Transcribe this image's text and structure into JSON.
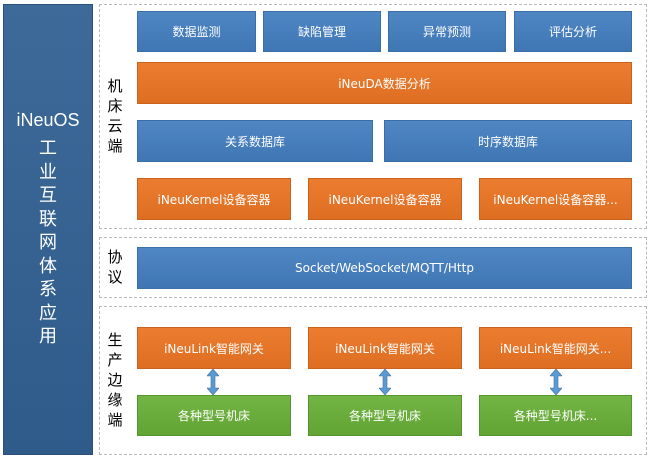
{
  "left_panel": {
    "brand": "iNeuOS",
    "chars": [
      "工",
      "业",
      "互",
      "联",
      "网",
      "体",
      "系",
      "应",
      "用"
    ]
  },
  "sections": {
    "cloud": {
      "label_chars": [
        "机",
        "床",
        "云",
        "端"
      ],
      "top_modules": [
        "数据监测",
        "缺陷管理",
        "异常预测",
        "评估分析"
      ],
      "analysis_bar": "iNeuDA数据分析",
      "databases": [
        "关系数据库",
        "时序数据库"
      ],
      "containers": [
        "iNeuKernel设备容器",
        "iNeuKernel设备容器",
        "iNeuKernel设备容器..."
      ]
    },
    "protocol": {
      "label_chars": [
        "协",
        "议"
      ],
      "bar": "Socket/WebSocket/MQTT/Http"
    },
    "edge": {
      "label_chars": [
        "生",
        "产",
        "边",
        "缘",
        "端"
      ],
      "gateways": [
        "iNeuLink智能网关",
        "iNeuLink智能网关",
        "iNeuLink智能网关..."
      ],
      "machines": [
        "各种型号机床",
        "各种型号机床",
        "各种型号机床..."
      ]
    }
  },
  "colors": {
    "blue": "#4a7fbe",
    "orange": "#e8762b",
    "green": "#6aad3c",
    "panel": "#35618f",
    "arrow": "#5b9bd5"
  }
}
